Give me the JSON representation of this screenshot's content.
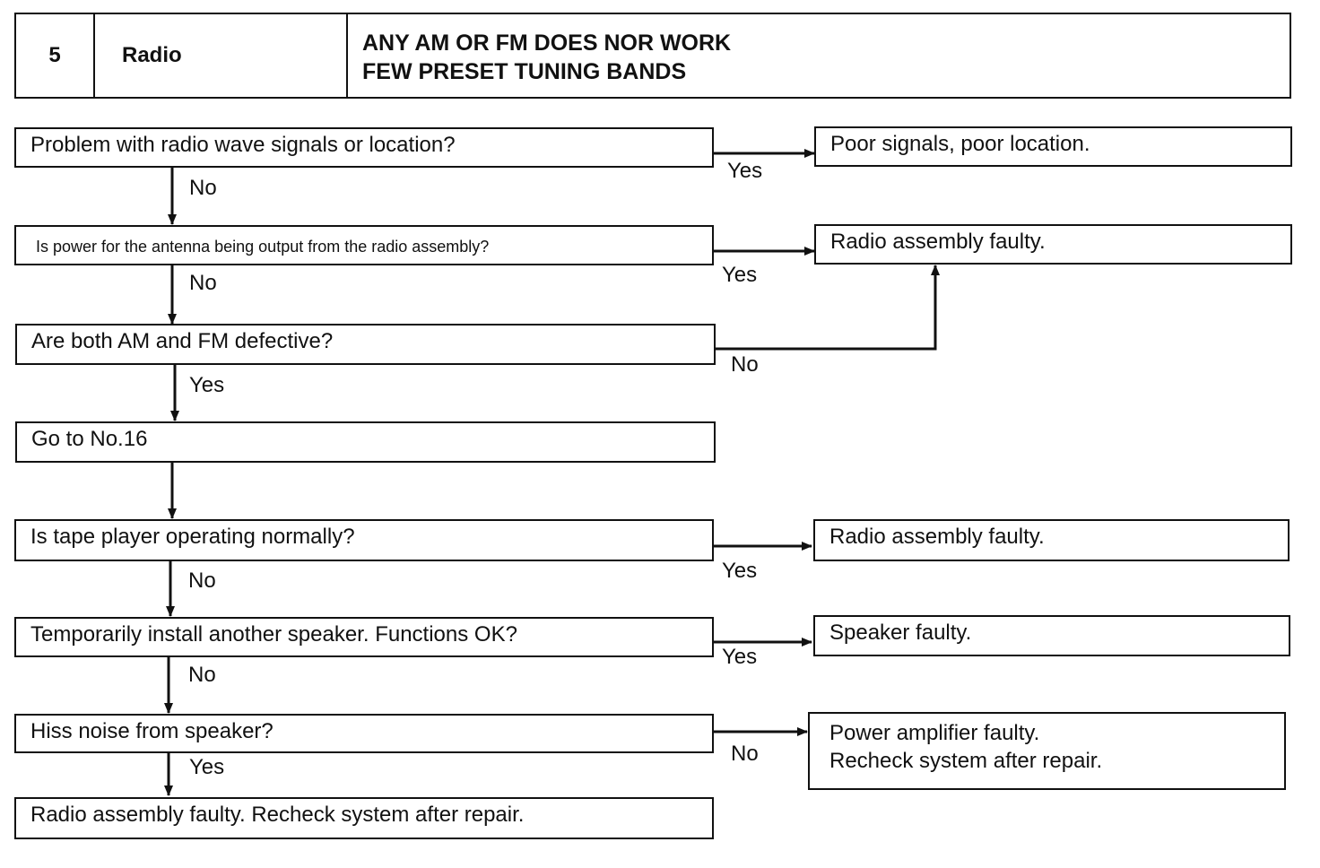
{
  "header": {
    "number": "5",
    "section": "Radio",
    "symptom_line1": "ANY AM OR FM DOES NOR WORK",
    "symptom_line2": "FEW PRESET TUNING BANDS"
  },
  "steps": {
    "q1": "Problem with radio wave signals or location?",
    "r1": "Poor signals, poor location.",
    "q2": "Is power for the antenna being output from the radio assembly?",
    "r2": "Radio assembly faulty.",
    "q3": "Are both AM and FM defective?",
    "s4": "Go to No.16",
    "q5": "Is tape player operating normally?",
    "r5": "Radio assembly faulty.",
    "q6": "Temporarily install another speaker. Functions OK?",
    "r6": "Speaker faulty.",
    "q7": "Hiss noise from speaker?",
    "r7_line1": "Power amplifier faulty.",
    "r7_line2": "Recheck system after repair.",
    "final": "Radio assembly faulty. Recheck system after repair."
  },
  "labels": {
    "q1_yes": "Yes",
    "q1_no": "No",
    "q2_yes": "Yes",
    "q2_no": "No",
    "q3_no": "No",
    "q3_yes": "Yes",
    "q5_yes": "Yes",
    "q5_no": "No",
    "q6_yes": "Yes",
    "q6_no": "No",
    "q7_no": "No",
    "q7_yes": "Yes"
  }
}
